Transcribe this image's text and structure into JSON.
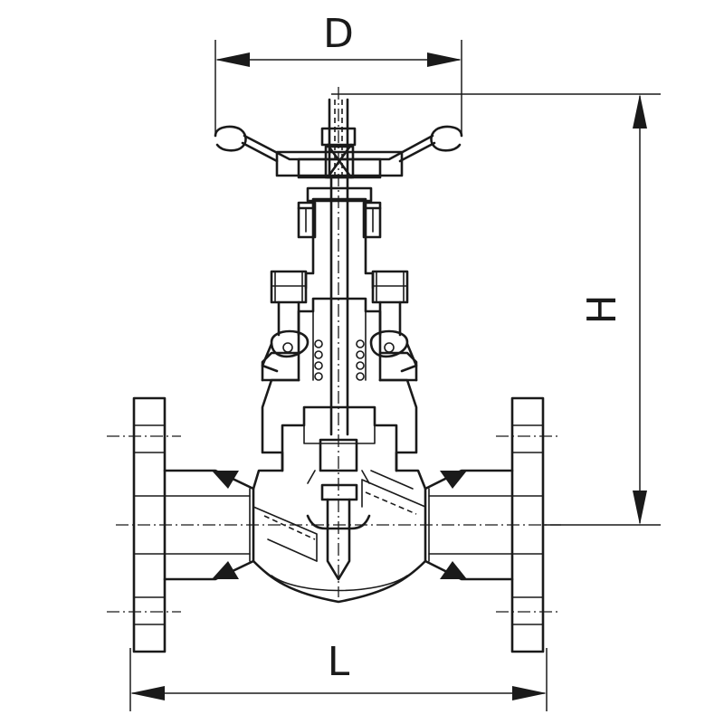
{
  "labels": {
    "diameter": "D",
    "height": "H",
    "length": "L"
  }
}
